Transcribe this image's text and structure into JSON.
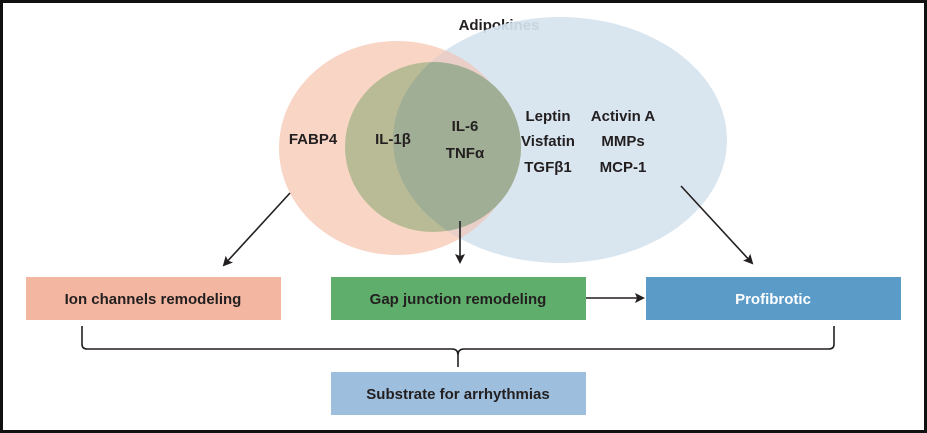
{
  "diagram": {
    "title": "Adipokines",
    "sets": {
      "left_only": [
        "FABP4"
      ],
      "inner_circle": [
        "IL-1β"
      ],
      "overlap": [
        "IL-6",
        "TNFα"
      ],
      "right_col1": [
        "Leptin",
        "Visfatin",
        "TGFβ1"
      ],
      "right_col2": [
        "Activin A",
        "MMPs",
        "MCP-1"
      ]
    },
    "boxes": {
      "ion": "Ion channels remodeling",
      "gap": "Gap junction remodeling",
      "profibrotic": "Profibrotic",
      "substrate": "Substrate for arrhythmias"
    },
    "colors": {
      "left_ellipse": "#f8d5c5",
      "right_ellipse": "#d6e4ef",
      "inner_circle": "#b8bb95",
      "overlap": "#a0ae95",
      "ion_box": "#f3b6a0",
      "gap_box": "#5fae6b",
      "profibrotic_box": "#5b9bc8",
      "substrate_box": "#9dbedd"
    }
  }
}
